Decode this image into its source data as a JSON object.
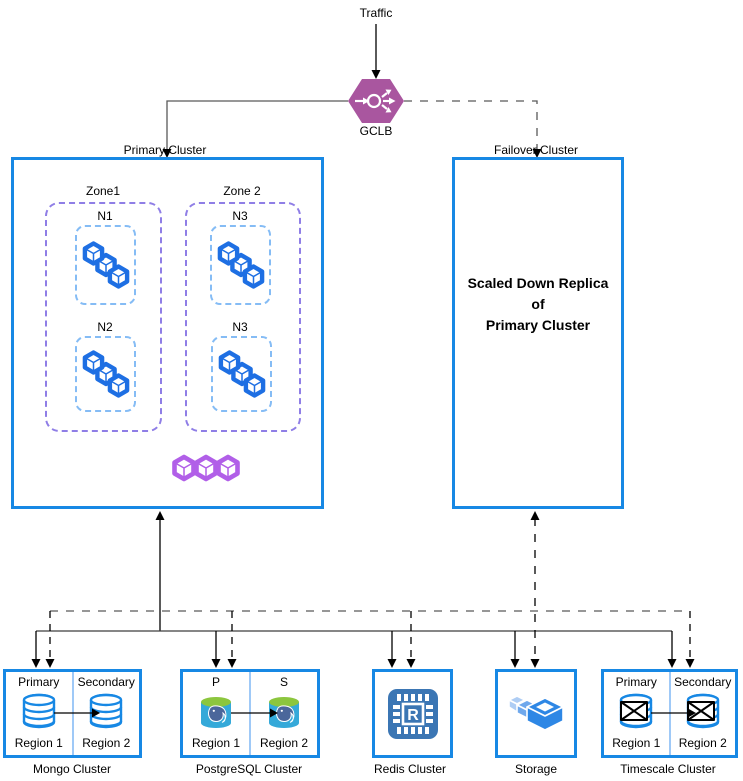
{
  "colors": {
    "cluster_border_blue": "#1788E4",
    "zone_dash_purple": "#8F7EE6",
    "node_dash_blue": "#85BCF5",
    "pods_blue": "#1E6FE3",
    "pods_purple": "#B15FE8",
    "gclb_purple": "#A9569F",
    "divider_light_blue": "#9FC9F7",
    "postgres_body_teal": "#35A9D9",
    "postgres_top_green": "#8CC63E",
    "redis_chip_blue": "#3B76B4",
    "storage_blue": "#2E87E5",
    "wire_gray": "#595959",
    "wire_black": "#000000"
  },
  "top": {
    "traffic_label": "Traffic",
    "gclb_label": "GCLB"
  },
  "primary_cluster": {
    "label": "Primary Cluster",
    "zones": [
      {
        "label": "Zone1",
        "nodes": [
          "N1",
          "N2"
        ]
      },
      {
        "label": "Zone 2",
        "nodes": [
          "N3",
          "N3"
        ]
      }
    ]
  },
  "failover_cluster": {
    "label": "Failover Cluster",
    "body_lines": [
      "Scaled Down Replica",
      "of",
      "Primary Cluster"
    ]
  },
  "clusters": [
    {
      "name": "Mongo Cluster",
      "left_role": "Primary",
      "right_role": "Secondary",
      "left_region": "Region 1",
      "right_region": "Region 2"
    },
    {
      "name": "PostgreSQL Cluster",
      "left_role": "P",
      "right_role": "S",
      "left_region": "Region 1",
      "right_region": "Region 2"
    },
    {
      "name": "Redis Cluster"
    },
    {
      "name": "Storage"
    },
    {
      "name": "Timescale Cluster",
      "left_role": "Primary",
      "right_role": "Secondary",
      "left_region": "Region 1",
      "right_region": "Region 2"
    }
  ],
  "redis_icon_letter": "R"
}
